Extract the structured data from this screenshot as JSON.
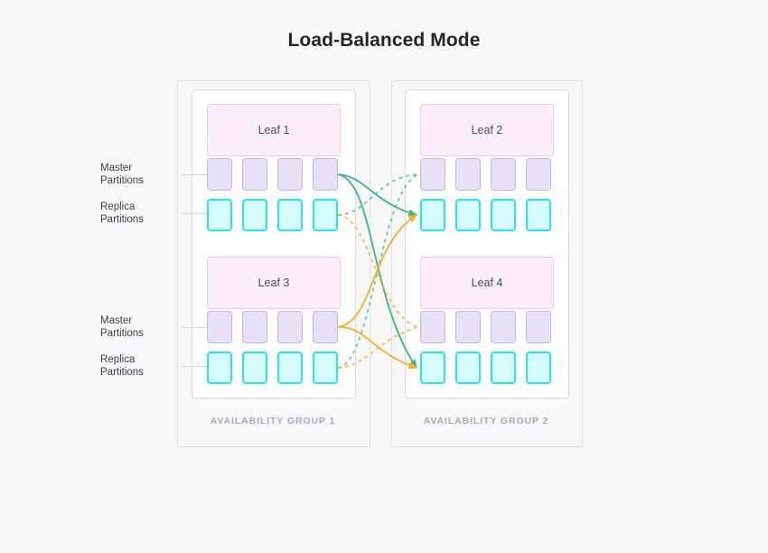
{
  "title": "Load-Balanced Mode",
  "background_color": "#f8f8f8",
  "colors": {
    "leaf_fill": "#fbeefb",
    "leaf_border": "#f3c6e8",
    "master_fill": "#e6e1f5",
    "master_border": "#c3b8e8",
    "replica_fill": "#d6fdfd",
    "replica_border": "#27e3f5",
    "flow_green": "#35b981",
    "flow_orange": "#f5b02a",
    "caption_text": "#a9a9b6",
    "card_border": "#dcdcdf",
    "region_border": "#c9c9cf"
  },
  "availability_groups": [
    {
      "caption": "AVAILABILITY GROUP 1",
      "leaves": [
        {
          "name": "Leaf 1",
          "rows": [
            {
              "label": "Master\nPartitions",
              "label_line1": "Master",
              "label_line2": "Partitions",
              "type": "master",
              "count": 4
            },
            {
              "label": "Replica\nPartitions",
              "label_line1": "Replica",
              "label_line2": "Partitions",
              "type": "replica",
              "count": 4
            }
          ]
        },
        {
          "name": "Leaf 3",
          "rows": [
            {
              "label": "Master\nPartitions",
              "label_line1": "Master",
              "label_line2": "Partitions",
              "type": "master",
              "count": 4
            },
            {
              "label": "Replica\nPartitions",
              "label_line1": "Replica",
              "label_line2": "Partitions",
              "type": "replica",
              "count": 4
            }
          ]
        }
      ]
    },
    {
      "caption": "AVAILABILITY GROUP 2",
      "leaves": [
        {
          "name": "Leaf 2",
          "rows": [
            {
              "type": "master",
              "count": 4
            },
            {
              "type": "replica",
              "count": 4
            }
          ]
        },
        {
          "name": "Leaf 4",
          "rows": [
            {
              "type": "master",
              "count": 4
            },
            {
              "type": "replica",
              "count": 4
            }
          ]
        }
      ]
    }
  ],
  "labels": {
    "master_line1": "Master",
    "master_line2": "Partitions",
    "replica_line1": "Replica",
    "replica_line2": "Partitions"
  },
  "legend_note": ""
}
